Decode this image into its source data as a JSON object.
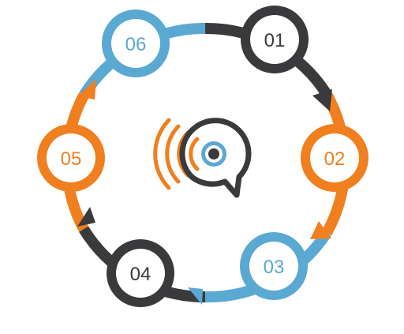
{
  "colors": {
    "dark": "#3a3a3c",
    "orange": "#f07f1f",
    "blue": "#5aa9d2",
    "white": "#ffffff"
  },
  "center_icon": "signal-broadcast-icon",
  "steps": [
    {
      "label": "01",
      "color": "dark"
    },
    {
      "label": "02",
      "color": "orange"
    },
    {
      "label": "03",
      "color": "blue"
    },
    {
      "label": "04",
      "color": "dark"
    },
    {
      "label": "05",
      "color": "orange"
    },
    {
      "label": "06",
      "color": "blue"
    }
  ]
}
